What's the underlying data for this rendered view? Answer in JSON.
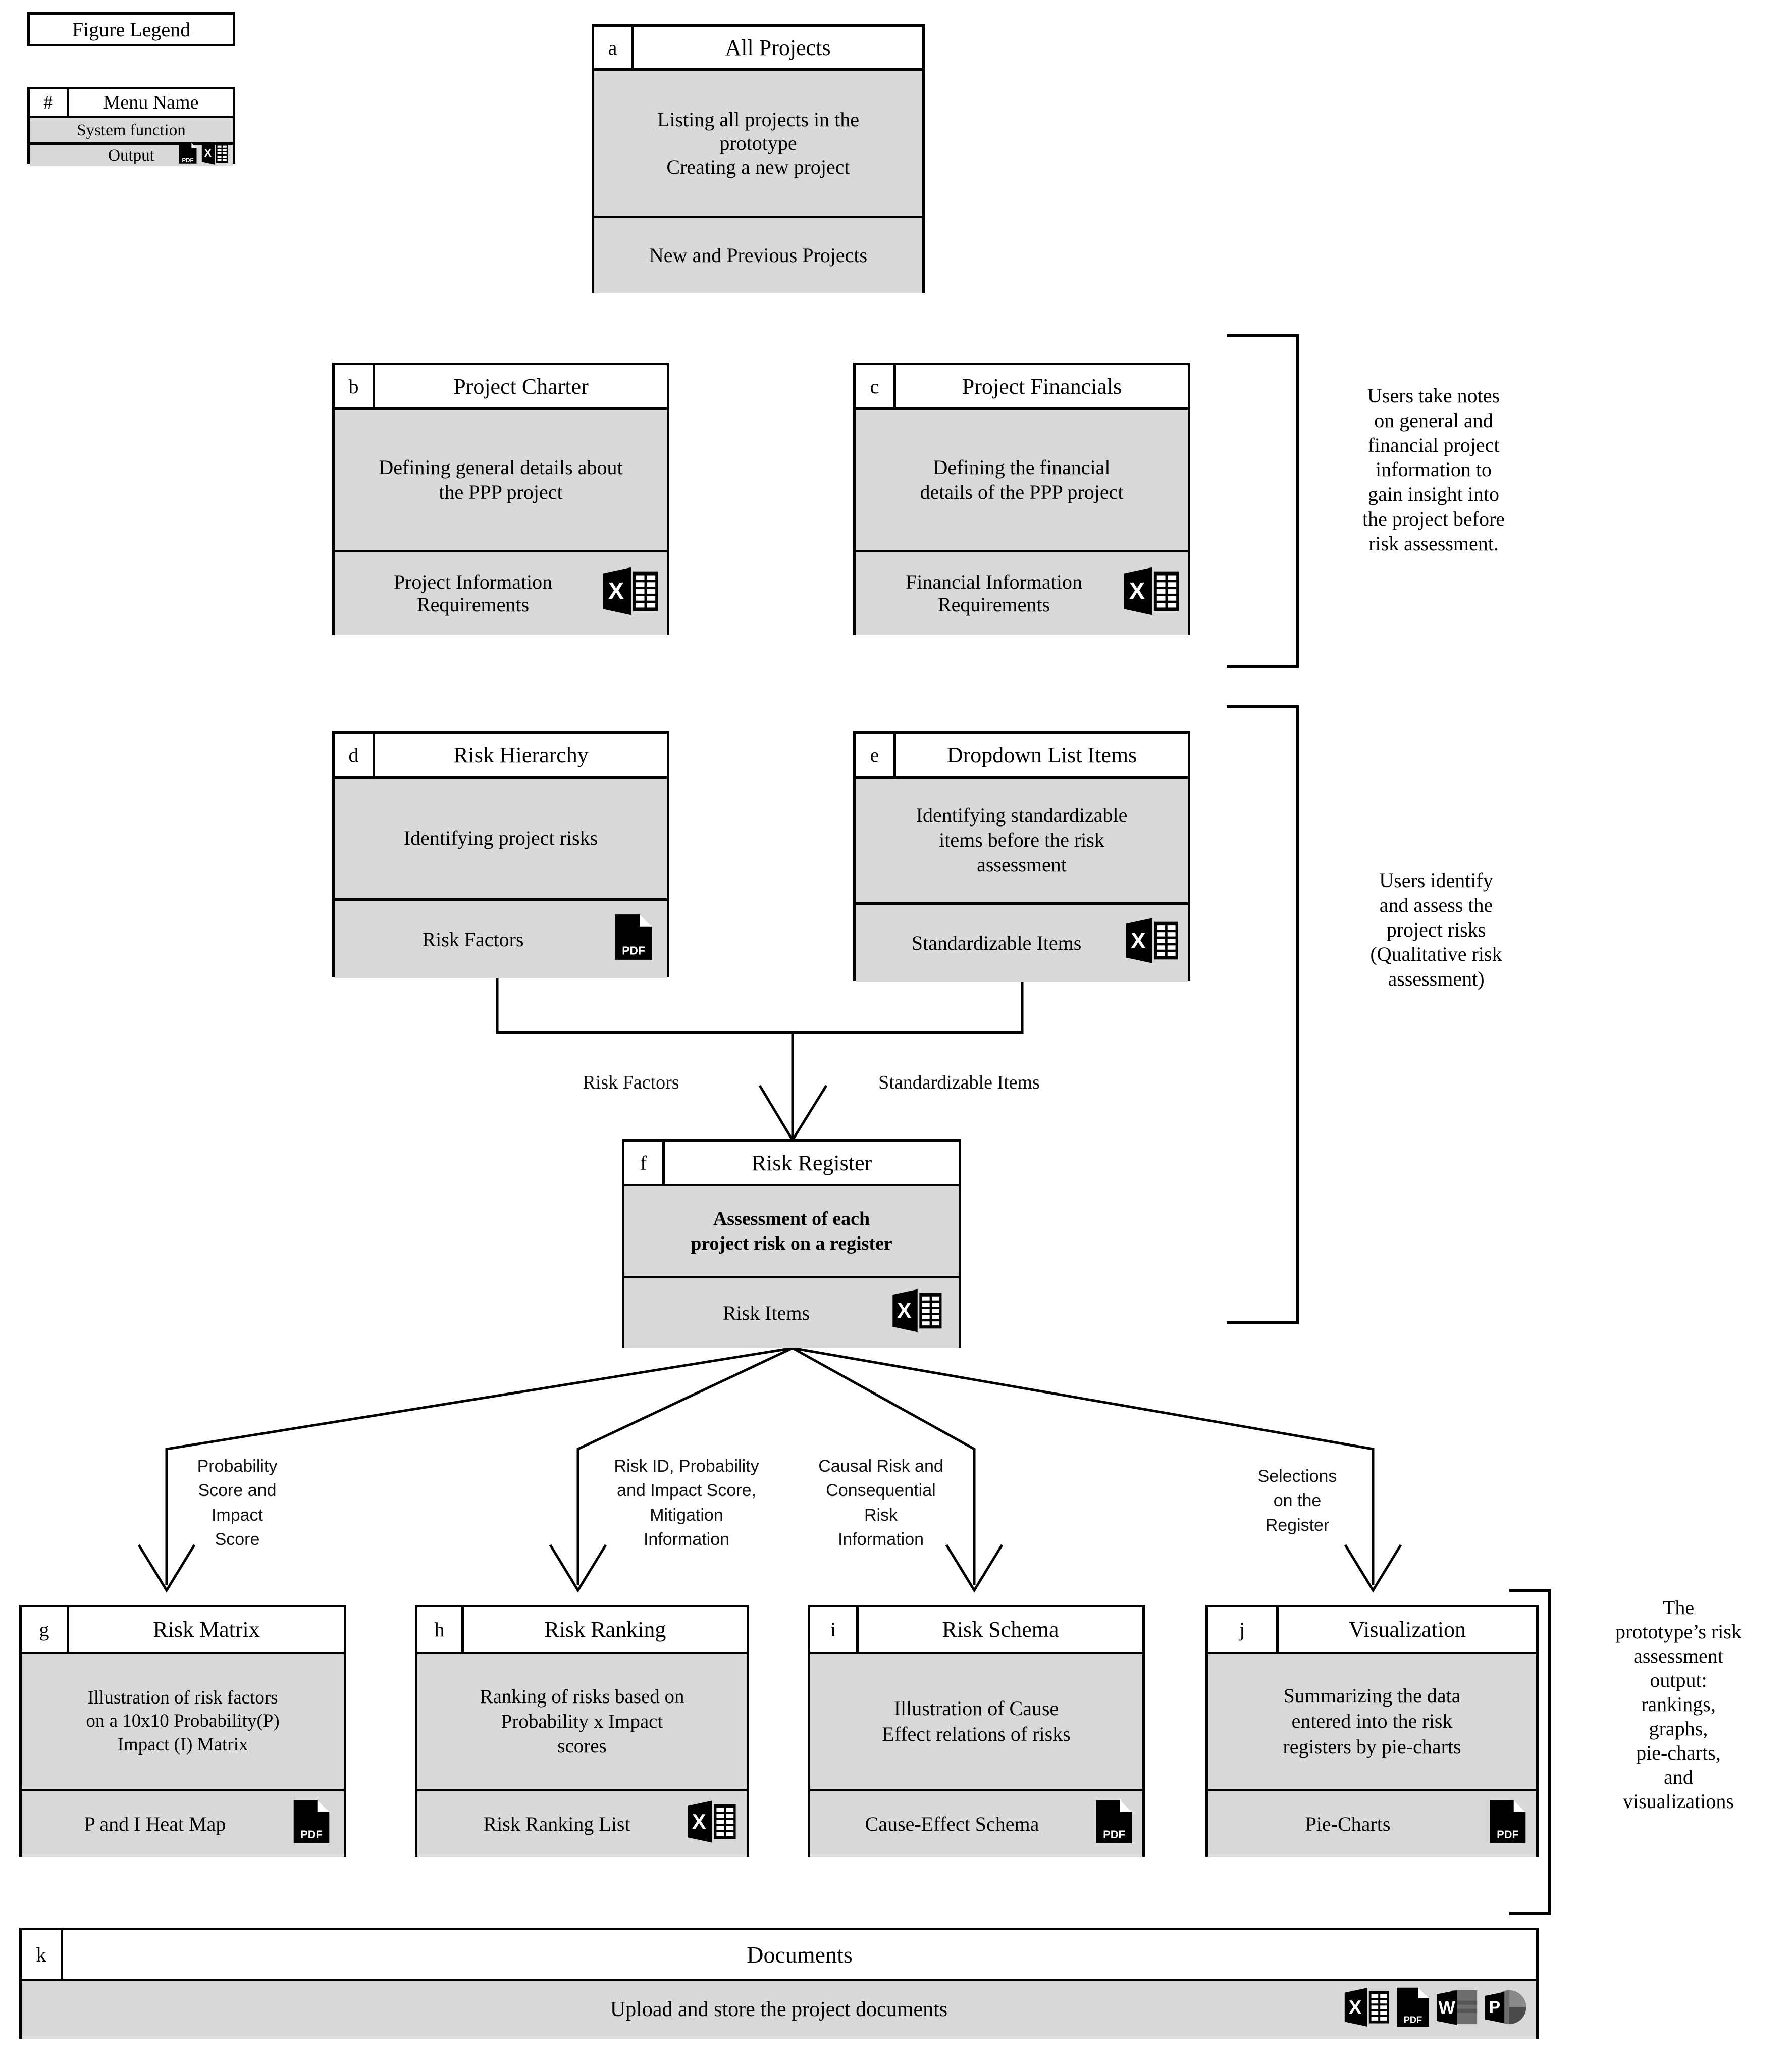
{
  "legend": {
    "title": "Figure Legend",
    "index_symbol": "#",
    "menu_name": "Menu Name",
    "system_function": "System function",
    "output_label": "Output",
    "output_icons": [
      "pdf-icon",
      "excel-icon"
    ]
  },
  "modules": [
    {
      "key": "a",
      "index": "a",
      "title": "All Projects",
      "description": "Listing all projects in the\nprototype\nCreating a new project",
      "output": "New and Previous Projects",
      "icons": []
    },
    {
      "key": "b",
      "index": "b",
      "title": "Project Charter",
      "description": "Defining general details about\nthe PPP project",
      "output": "Project Information\nRequirements",
      "icons": [
        "excel-icon"
      ]
    },
    {
      "key": "c",
      "index": "c",
      "title": "Project Financials",
      "description": "Defining the financial\ndetails of the PPP project",
      "output": "Financial Information\nRequirements",
      "icons": [
        "excel-icon"
      ]
    },
    {
      "key": "d",
      "index": "d",
      "title": "Risk Hierarchy",
      "description": "Identifying project risks",
      "output": "Risk Factors",
      "icons": [
        "pdf-icon"
      ]
    },
    {
      "key": "e",
      "index": "e",
      "title": "Dropdown List Items",
      "description": "Identifying standardizable\nitems before the risk\nassessment",
      "output": "Standardizable Items",
      "icons": [
        "excel-icon"
      ]
    },
    {
      "key": "f",
      "index": "f",
      "title": "Risk Register",
      "description": "Assessment of each\nproject risk on a register",
      "output": "Risk Items",
      "icons": [
        "excel-icon"
      ]
    },
    {
      "key": "g",
      "index": "g",
      "title": "Risk Matrix",
      "description": "Illustration of risk factors\non a 10x10  Probability(P)\nImpact (I) Matrix",
      "output": "P and I  Heat Map",
      "icons": [
        "pdf-icon"
      ]
    },
    {
      "key": "h",
      "index": "h",
      "title": "Risk Ranking",
      "description": "Ranking of risks based on\nProbability x Impact\nscores",
      "output": "Risk Ranking List",
      "icons": [
        "excel-icon"
      ]
    },
    {
      "key": "i",
      "index": "i",
      "title": "Risk Schema",
      "description": "Illustration of Cause\nEffect relations of risks",
      "output": "Cause-Effect Schema",
      "icons": [
        "pdf-icon"
      ]
    },
    {
      "key": "j",
      "index": "j",
      "title": "Visualization",
      "description": "Summarizing the data\nentered into the risk\nregisters by pie-charts",
      "output": "Pie-Charts",
      "icons": [
        "pdf-icon"
      ]
    },
    {
      "key": "k",
      "index": "k",
      "title": "Documents",
      "description": "",
      "output": "Upload and store the project documents",
      "icons": [
        "excel-icon",
        "pdf-icon",
        "word-icon",
        "powerpoint-icon"
      ]
    }
  ],
  "connector_labels": {
    "risk_factors": "Risk Factors",
    "standardizable_items": "Standardizable Items",
    "probability_impact": "Probability\nScore and\nImpact\nScore",
    "risk_id_mitigation": "Risk ID, Probability\nand Impact Score,\nMitigation\nInformation",
    "causal_consequential": "Causal Risk and\nConsequential\nRisk\nInformation",
    "selections_register": "Selections\non the\nRegister"
  },
  "notes": {
    "note_top": "Users take notes\non general and\nfinancial project\ninformation to\ngain insight into\nthe project before\nrisk assessment.",
    "note_middle": "Users identify\nand assess the\nproject risks\n(Qualitative risk\nassessment)",
    "note_bottom": "The\nprototype’s risk\nassessment\noutput:\nrankings,\ngraphs,\npie-charts,\nand\nvisualizations"
  },
  "colors": {
    "body_fill": "#d9d9d9",
    "border": "#000000",
    "header_fill": "#ffffff",
    "page_background": "#ffffff"
  }
}
